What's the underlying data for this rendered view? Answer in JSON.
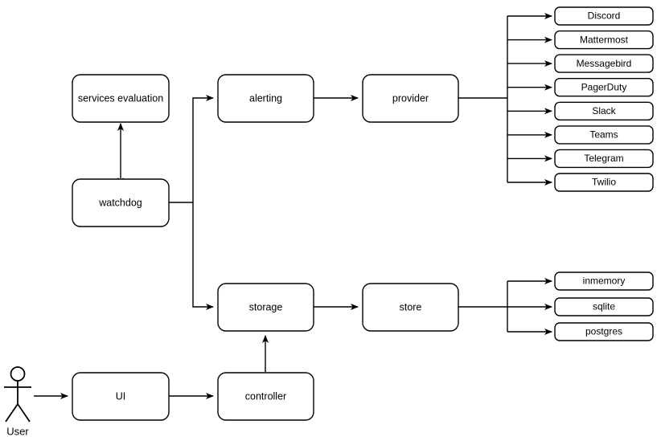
{
  "diagram": {
    "type": "architecture-flow-diagram",
    "background_color": "#ffffff",
    "stroke_color": "#000000",
    "node_fill_color": "#ffffff",
    "actor": {
      "label": "User",
      "icon": "stick-figure-actor-icon"
    },
    "nodes": {
      "services_evaluation": "services evaluation",
      "watchdog": "watchdog",
      "alerting": "alerting",
      "provider": "provider",
      "storage": "storage",
      "store": "store",
      "ui": "UI",
      "controller": "controller"
    },
    "provider_targets": [
      "Discord",
      "Mattermost",
      "Messagebird",
      "PagerDuty",
      "Slack",
      "Teams",
      "Telegram",
      "Twilio"
    ],
    "store_targets": [
      "inmemory",
      "sqlite",
      "postgres"
    ],
    "edges": [
      {
        "from": "User",
        "to": "UI",
        "arrow": "single"
      },
      {
        "from": "UI",
        "to": "controller",
        "arrow": "single"
      },
      {
        "from": "controller",
        "to": "storage",
        "arrow": "single"
      },
      {
        "from": "watchdog",
        "to": "services evaluation",
        "arrow": "double"
      },
      {
        "from": "watchdog",
        "to": "alerting",
        "arrow": "single"
      },
      {
        "from": "watchdog",
        "to": "storage",
        "arrow": "single"
      },
      {
        "from": "alerting",
        "to": "provider",
        "arrow": "single"
      },
      {
        "from": "storage",
        "to": "store",
        "arrow": "single"
      },
      {
        "from": "provider",
        "to": "Discord",
        "arrow": "single"
      },
      {
        "from": "provider",
        "to": "Mattermost",
        "arrow": "single"
      },
      {
        "from": "provider",
        "to": "Messagebird",
        "arrow": "single"
      },
      {
        "from": "provider",
        "to": "PagerDuty",
        "arrow": "single"
      },
      {
        "from": "provider",
        "to": "Slack",
        "arrow": "single"
      },
      {
        "from": "provider",
        "to": "Teams",
        "arrow": "single"
      },
      {
        "from": "provider",
        "to": "Telegram",
        "arrow": "single"
      },
      {
        "from": "provider",
        "to": "Twilio",
        "arrow": "single"
      },
      {
        "from": "store",
        "to": "inmemory",
        "arrow": "single"
      },
      {
        "from": "store",
        "to": "sqlite",
        "arrow": "single"
      },
      {
        "from": "store",
        "to": "postgres",
        "arrow": "single"
      }
    ]
  }
}
